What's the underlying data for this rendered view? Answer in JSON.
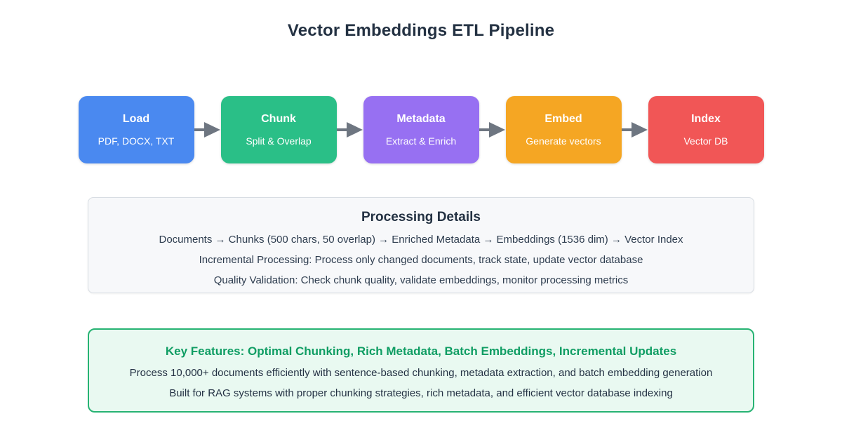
{
  "title": "Vector Embeddings ETL Pipeline",
  "pipeline": {
    "stages": [
      {
        "label": "Load",
        "sublabel": "PDF, DOCX, TXT",
        "color": "#4a89f0"
      },
      {
        "label": "Chunk",
        "sublabel": "Split & Overlap",
        "color": "#2abf87"
      },
      {
        "label": "Metadata",
        "sublabel": "Extract & Enrich",
        "color": "#9770f2"
      },
      {
        "label": "Embed",
        "sublabel": "Generate vectors",
        "color": "#f5a623"
      },
      {
        "label": "Index",
        "sublabel": "Vector DB",
        "color": "#f15656"
      }
    ],
    "arrow_color": "#6e7681"
  },
  "processing_details": {
    "heading": "Processing Details",
    "lines": [
      "Documents → Chunks (500 chars, 50 overlap) → Enriched Metadata → Embeddings (1536 dim) → Vector Index",
      "Incremental Processing: Process only changed documents, track state, update vector database",
      "Quality Validation: Check chunk quality, validate embeddings, monitor processing metrics"
    ],
    "background_color": "#f7f8fa",
    "border_color": "#d8dde3"
  },
  "key_features": {
    "heading": "Key Features: Optimal Chunking, Rich Metadata, Batch Embeddings, Incremental Updates",
    "lines": [
      "Process 10,000+ documents efficiently with sentence-based chunking, metadata extraction, and batch embedding generation",
      "Built for RAG systems with proper chunking strategies, rich metadata, and efficient vector database indexing"
    ],
    "accent_color": "#0f9d63",
    "background_color": "#e9f9f1",
    "border_color": "#27b373"
  }
}
